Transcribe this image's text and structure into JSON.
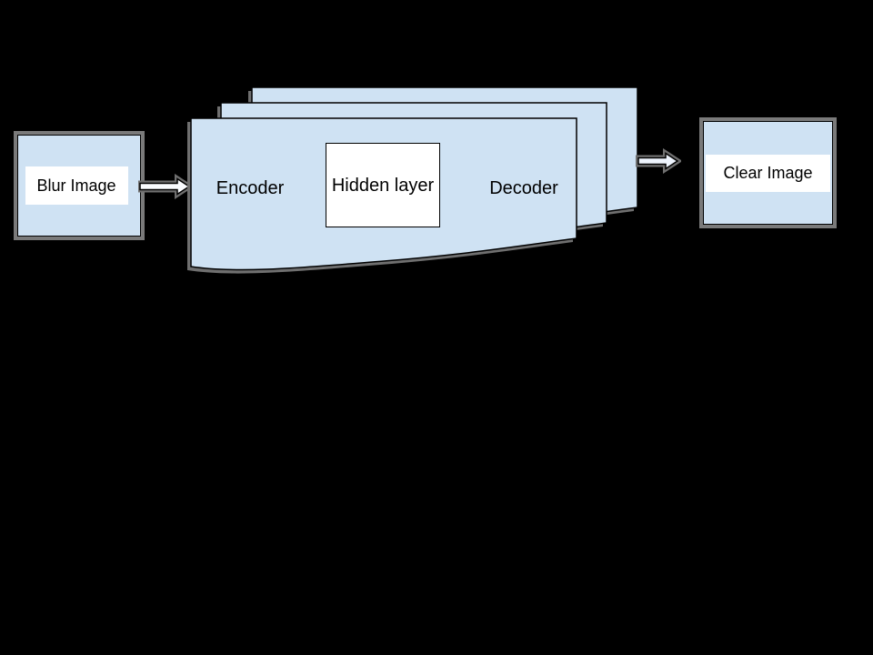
{
  "canvas": {
    "background": "#000000"
  },
  "palette": {
    "node_fill": "#cfe2f3",
    "node_border": "#000000",
    "shadow_gray": "#6f6f6f",
    "halo_gray": "#7a7a7a",
    "label_bg": "#ffffff",
    "arrow_fill": "#fafcff",
    "text": "#000000"
  },
  "nodes": {
    "blur_image": {
      "label": "Blur Image"
    },
    "autoencoder_stack": {
      "sheet_count": 3,
      "encoder_label": "Encoder",
      "hidden_layer_label": "Hidden layer",
      "decoder_label": "Decoder"
    },
    "clear_image": {
      "label": "Clear Image"
    }
  },
  "flow": {
    "arrows": [
      {
        "from": "blur_image",
        "to": "autoencoder_stack",
        "direction": "right"
      },
      {
        "from": "autoencoder_stack",
        "to": "clear_image",
        "direction": "right"
      }
    ]
  }
}
